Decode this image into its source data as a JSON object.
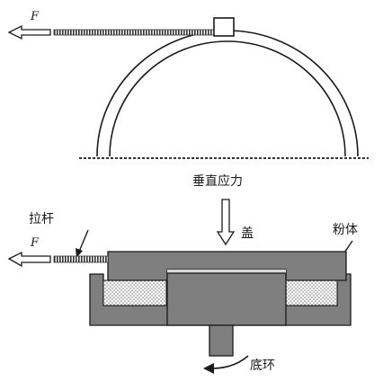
{
  "top_diagram": {
    "force_label": "F"
  },
  "bottom_diagram": {
    "force_label": "F",
    "vertical_stress_label": "垂直应力",
    "lid_label": "盖",
    "pull_rod_label": "拉杆",
    "powder_label": "粉体",
    "base_ring_label": "底环"
  },
  "colors": {
    "solid_fill": "#7f7f7f",
    "cavity_fill": "#d9d9d9",
    "outline": "#1a1a1a"
  }
}
